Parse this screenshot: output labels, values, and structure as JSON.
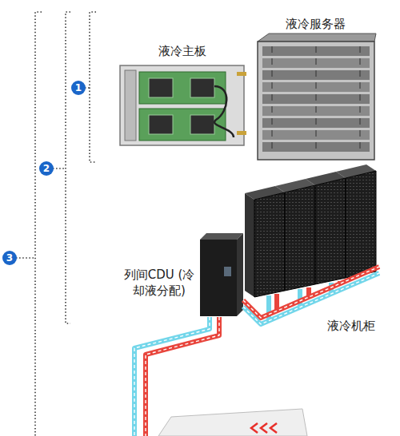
{
  "diagram": {
    "nodes": [
      {
        "text": [
          "液冷主板"
        ]
      },
      {
        "text": [
          "液冷服务器"
        ]
      },
      {
        "text": [
          "列间CDU (冷却液分配)"
        ]
      },
      {
        "text": [
          "液冷机柜"
        ]
      }
    ],
    "edges": [
      {
        "from": 2,
        "to": 3,
        "arrow": "none"
      }
    ],
    "labels": [
      "1",
      "2",
      "3"
    ]
  }
}
